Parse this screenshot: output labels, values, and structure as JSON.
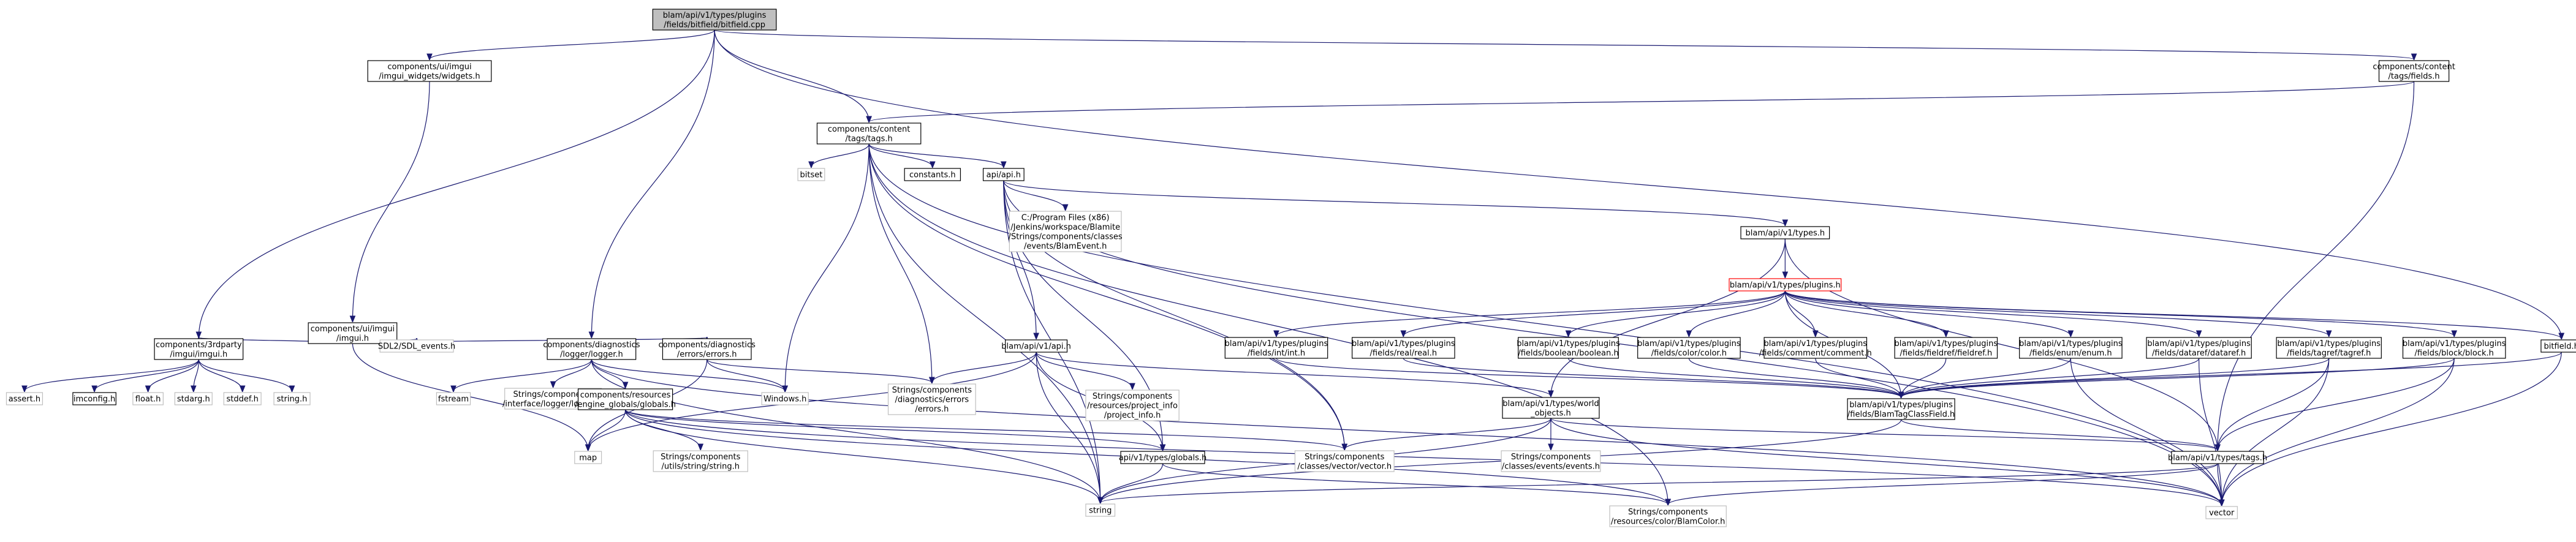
{
  "diagram": {
    "kind": "include-dependency-graph",
    "colors": {
      "edge": "#191970",
      "root_fill": "#bfbfbf",
      "missing_border": "#bfbfbf",
      "truncated_border": "#ff0000",
      "node_border": "#000000",
      "background": "#ffffff"
    },
    "nodes": [
      {
        "id": "root",
        "lines": [
          "blam/api/v1/types/plugins",
          "/fields/bitfield/bitfield.cpp"
        ],
        "style": "root"
      },
      {
        "id": "imgui_widgets",
        "lines": [
          "components/ui/imgui",
          "/imgui_widgets/widgets.h"
        ],
        "style": "normal"
      },
      {
        "id": "content_fields",
        "lines": [
          "components/content",
          "/tags/fields.h"
        ],
        "style": "normal"
      },
      {
        "id": "content_tags",
        "lines": [
          "components/content",
          "/tags/tags.h"
        ],
        "style": "normal"
      },
      {
        "id": "bitset",
        "lines": [
          "bitset"
        ],
        "style": "ghost"
      },
      {
        "id": "constants",
        "lines": [
          "constants.h"
        ],
        "style": "normal"
      },
      {
        "id": "api",
        "lines": [
          "api/api.h"
        ],
        "style": "normal"
      },
      {
        "id": "blamevent",
        "lines": [
          "C:/Program Files (x86)",
          "/Jenkins/workspace/Blamite",
          "/Strings/components/classes",
          "/events/BlamEvent.h"
        ],
        "style": "ghost"
      },
      {
        "id": "v1types",
        "lines": [
          "blam/api/v1/types.h"
        ],
        "style": "normal"
      },
      {
        "id": "plugins",
        "lines": [
          "blam/api/v1/types/plugins.h"
        ],
        "style": "red"
      },
      {
        "id": "imgui_h",
        "lines": [
          "components/ui/imgui",
          "/imgui.h"
        ],
        "style": "normal"
      },
      {
        "id": "sdl_events",
        "lines": [
          "SDL2/SDL_events.h"
        ],
        "style": "ghost"
      },
      {
        "id": "thirdparty_imgui",
        "lines": [
          "components/3rdparty",
          "/imgui/imgui.h"
        ],
        "style": "normal"
      },
      {
        "id": "logger",
        "lines": [
          "components/diagnostics",
          "/logger/logger.h"
        ],
        "style": "normal"
      },
      {
        "id": "errors_h",
        "lines": [
          "components/diagnostics",
          "/errors/errors.h"
        ],
        "style": "normal"
      },
      {
        "id": "v1api",
        "lines": [
          "blam/api/v1/api.h"
        ],
        "style": "normal"
      },
      {
        "id": "int",
        "lines": [
          "blam/api/v1/types/plugins",
          "/fields/int/int.h"
        ],
        "style": "normal"
      },
      {
        "id": "real",
        "lines": [
          "blam/api/v1/types/plugins",
          "/fields/real/real.h"
        ],
        "style": "normal"
      },
      {
        "id": "boolean",
        "lines": [
          "blam/api/v1/types/plugins",
          "/fields/boolean/boolean.h"
        ],
        "style": "normal"
      },
      {
        "id": "color",
        "lines": [
          "blam/api/v1/types/plugins",
          "/fields/color/color.h"
        ],
        "style": "normal"
      },
      {
        "id": "comment",
        "lines": [
          "blam/api/v1/types/plugins",
          "/fields/comment/comment.h"
        ],
        "style": "normal"
      },
      {
        "id": "fieldref",
        "lines": [
          "blam/api/v1/types/plugins",
          "/fields/fieldref/fieldref.h"
        ],
        "style": "normal"
      },
      {
        "id": "enum",
        "lines": [
          "blam/api/v1/types/plugins",
          "/fields/enum/enum.h"
        ],
        "style": "normal"
      },
      {
        "id": "datarefs",
        "lines": [
          "blam/api/v1/types/plugins",
          "/fields/dataref/dataref.h"
        ],
        "style": "normal"
      },
      {
        "id": "tagref",
        "lines": [
          "blam/api/v1/types/plugins",
          "/fields/tagref/tagref.h"
        ],
        "style": "normal"
      },
      {
        "id": "block",
        "lines": [
          "blam/api/v1/types/plugins",
          "/fields/block/block.h"
        ],
        "style": "normal"
      },
      {
        "id": "bitfield_h",
        "lines": [
          "bitfield.h"
        ],
        "style": "normal"
      },
      {
        "id": "assert",
        "lines": [
          "assert.h"
        ],
        "style": "ghost"
      },
      {
        "id": "imconfig",
        "lines": [
          "imconfig.h"
        ],
        "style": "normal"
      },
      {
        "id": "float",
        "lines": [
          "float.h"
        ],
        "style": "ghost"
      },
      {
        "id": "stdarg",
        "lines": [
          "stdarg.h"
        ],
        "style": "ghost"
      },
      {
        "id": "stddef",
        "lines": [
          "stddef.h"
        ],
        "style": "ghost"
      },
      {
        "id": "string_h",
        "lines": [
          "string.h"
        ],
        "style": "ghost"
      },
      {
        "id": "fstream",
        "lines": [
          "fstream"
        ],
        "style": "ghost"
      },
      {
        "id": "strings_logger",
        "lines": [
          "Strings/components",
          "/interface/logger/logger.h"
        ],
        "style": "ghost"
      },
      {
        "id": "globals_res",
        "lines": [
          "components/resources",
          "/engine_globals/globals.h"
        ],
        "style": "normal"
      },
      {
        "id": "windows",
        "lines": [
          "Windows.h"
        ],
        "style": "ghost"
      },
      {
        "id": "strings_errors",
        "lines": [
          "Strings/components",
          "/diagnostics/errors",
          "/errors.h"
        ],
        "style": "ghost"
      },
      {
        "id": "project_info",
        "lines": [
          "Strings/components",
          "/resources/project_info",
          "/project_info.h"
        ],
        "style": "ghost"
      },
      {
        "id": "world_objects",
        "lines": [
          "blam/api/v1/types/world",
          "_objects.h"
        ],
        "style": "normal"
      },
      {
        "id": "blamtagclassfield",
        "lines": [
          "blam/api/v1/types/plugins",
          "/fields/BlamTagClassField.h"
        ],
        "style": "normal"
      },
      {
        "id": "map",
        "lines": [
          "map"
        ],
        "style": "ghost"
      },
      {
        "id": "strings_string",
        "lines": [
          "Strings/components",
          "/utils/string/string.h"
        ],
        "style": "ghost"
      },
      {
        "id": "v1_globals",
        "lines": [
          "api/v1/types/globals.h"
        ],
        "style": "normal"
      },
      {
        "id": "vector_h",
        "lines": [
          "Strings/components",
          "/classes/vector/vector.h"
        ],
        "style": "ghost"
      },
      {
        "id": "events_h",
        "lines": [
          "Strings/components",
          "/classes/events/events.h"
        ],
        "style": "ghost"
      },
      {
        "id": "v1_tags",
        "lines": [
          "blam/api/v1/types/tags.h"
        ],
        "style": "normal"
      },
      {
        "id": "string",
        "lines": [
          "string"
        ],
        "style": "ghost"
      },
      {
        "id": "blamcolor",
        "lines": [
          "Strings/components",
          "/resources/color/BlamColor.h"
        ],
        "style": "ghost"
      },
      {
        "id": "vector",
        "lines": [
          "vector"
        ],
        "style": "ghost"
      }
    ],
    "edges": [
      [
        "root",
        "imgui_widgets"
      ],
      [
        "root",
        "content_tags"
      ],
      [
        "root",
        "content_fields"
      ],
      [
        "root",
        "thirdparty_imgui"
      ],
      [
        "root",
        "logger"
      ],
      [
        "root",
        "bitfield_h"
      ],
      [
        "imgui_widgets",
        "imgui_h"
      ],
      [
        "content_fields",
        "content_tags"
      ],
      [
        "content_fields",
        "v1_tags"
      ],
      [
        "content_tags",
        "bitset"
      ],
      [
        "content_tags",
        "constants"
      ],
      [
        "content_tags",
        "api"
      ],
      [
        "content_tags",
        "strings_errors"
      ],
      [
        "content_tags",
        "windows"
      ],
      [
        "content_tags",
        "string"
      ],
      [
        "content_tags",
        "vector_h"
      ],
      [
        "content_tags",
        "vector"
      ],
      [
        "content_tags",
        "blamcolor"
      ],
      [
        "api",
        "blamevent"
      ],
      [
        "api",
        "v1types"
      ],
      [
        "api",
        "v1api"
      ],
      [
        "api",
        "string"
      ],
      [
        "api",
        "vector"
      ],
      [
        "api",
        "v1_globals"
      ],
      [
        "api",
        "vector_h"
      ],
      [
        "v1types",
        "plugins"
      ],
      [
        "v1types",
        "world_objects"
      ],
      [
        "v1types",
        "v1_tags"
      ],
      [
        "plugins",
        "int"
      ],
      [
        "plugins",
        "real"
      ],
      [
        "plugins",
        "boolean"
      ],
      [
        "plugins",
        "color"
      ],
      [
        "plugins",
        "comment"
      ],
      [
        "plugins",
        "fieldref"
      ],
      [
        "plugins",
        "enum"
      ],
      [
        "plugins",
        "datarefs"
      ],
      [
        "plugins",
        "tagref"
      ],
      [
        "plugins",
        "block"
      ],
      [
        "plugins",
        "bitfield_h"
      ],
      [
        "plugins",
        "blamtagclassfield"
      ],
      [
        "int",
        "blamtagclassfield"
      ],
      [
        "real",
        "blamtagclassfield"
      ],
      [
        "boolean",
        "blamtagclassfield"
      ],
      [
        "color",
        "blamtagclassfield"
      ],
      [
        "comment",
        "blamtagclassfield"
      ],
      [
        "fieldref",
        "blamtagclassfield"
      ],
      [
        "enum",
        "blamtagclassfield"
      ],
      [
        "enum",
        "vector"
      ],
      [
        "datarefs",
        "blamtagclassfield"
      ],
      [
        "datarefs",
        "vector"
      ],
      [
        "tagref",
        "blamtagclassfield"
      ],
      [
        "tagref",
        "v1_tags"
      ],
      [
        "tagref",
        "vector"
      ],
      [
        "block",
        "blamtagclassfield"
      ],
      [
        "block",
        "v1_tags"
      ],
      [
        "block",
        "vector"
      ],
      [
        "bitfield_h",
        "blamtagclassfield"
      ],
      [
        "bitfield_h",
        "vector"
      ],
      [
        "imgui_h",
        "thirdparty_imgui"
      ],
      [
        "imgui_h",
        "sdl_events"
      ],
      [
        "imgui_h",
        "errors_h"
      ],
      [
        "imgui_h",
        "map"
      ],
      [
        "thirdparty_imgui",
        "assert"
      ],
      [
        "thirdparty_imgui",
        "imconfig"
      ],
      [
        "thirdparty_imgui",
        "float"
      ],
      [
        "thirdparty_imgui",
        "stdarg"
      ],
      [
        "thirdparty_imgui",
        "stddef"
      ],
      [
        "thirdparty_imgui",
        "string_h"
      ],
      [
        "logger",
        "fstream"
      ],
      [
        "logger",
        "strings_logger"
      ],
      [
        "logger",
        "globals_res"
      ],
      [
        "logger",
        "windows"
      ],
      [
        "logger",
        "string"
      ],
      [
        "logger",
        "vector"
      ],
      [
        "errors_h",
        "windows"
      ],
      [
        "errors_h",
        "strings_errors"
      ],
      [
        "errors_h",
        "map"
      ],
      [
        "v1api",
        "strings_errors"
      ],
      [
        "v1api",
        "project_info"
      ],
      [
        "v1api",
        "world_objects"
      ],
      [
        "v1api",
        "map"
      ],
      [
        "v1api",
        "string"
      ],
      [
        "v1api",
        "v1_globals"
      ],
      [
        "globals_res",
        "map"
      ],
      [
        "globals_res",
        "strings_string"
      ],
      [
        "globals_res",
        "v1_globals"
      ],
      [
        "globals_res",
        "string"
      ],
      [
        "globals_res",
        "vector_h"
      ],
      [
        "globals_res",
        "blamcolor"
      ],
      [
        "globals_res",
        "vector"
      ],
      [
        "world_objects",
        "vector_h"
      ],
      [
        "world_objects",
        "events_h"
      ],
      [
        "world_objects",
        "v1_tags"
      ],
      [
        "world_objects",
        "string"
      ],
      [
        "world_objects",
        "vector"
      ],
      [
        "blamtagclassfield",
        "v1_tags"
      ],
      [
        "blamtagclassfield",
        "string"
      ],
      [
        "v1_globals",
        "string"
      ],
      [
        "v1_globals",
        "blamcolor"
      ],
      [
        "v1_tags",
        "string"
      ],
      [
        "v1_tags",
        "vector"
      ],
      [
        "v1_tags",
        "blamcolor"
      ]
    ]
  }
}
